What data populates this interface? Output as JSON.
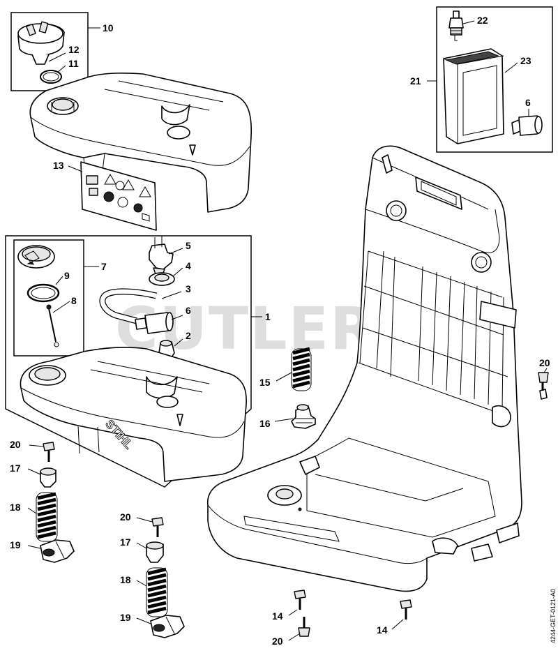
{
  "watermark": "CUTLER'S",
  "drawing_code": "4244-GET-0121-A0",
  "brand_mark": "STIHL",
  "callouts": {
    "c1": "1",
    "c2": "2",
    "c3": "3",
    "c4": "4",
    "c5": "5",
    "c6a": "6",
    "c6b": "6",
    "c7": "7",
    "c8": "8",
    "c9": "9",
    "c10": "10",
    "c11": "11",
    "c12": "12",
    "c13": "13",
    "c14a": "14",
    "c14b": "14",
    "c15": "15",
    "c16": "16",
    "c17a": "17",
    "c17b": "17",
    "c18a": "18",
    "c18b": "18",
    "c19a": "19",
    "c19b": "19",
    "c20a": "20",
    "c20b": "20",
    "c20c": "20",
    "c20d": "20",
    "c21": "21",
    "c22": "22",
    "c23": "23"
  }
}
